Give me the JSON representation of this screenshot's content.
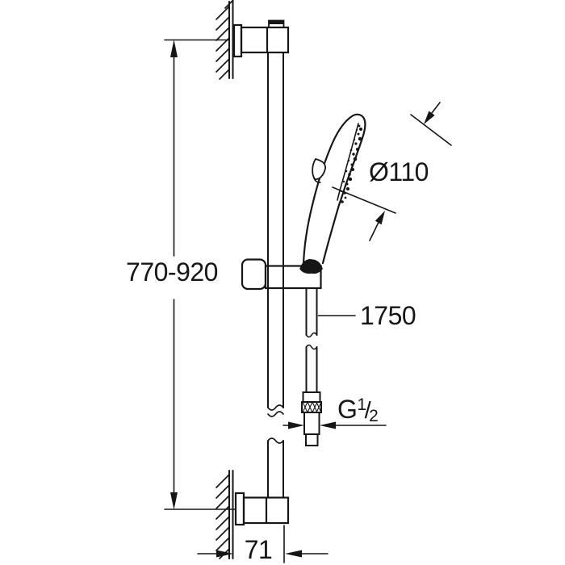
{
  "drawing": {
    "kind": "technical dimension drawing",
    "subject": "shower rail set with hand shower, hose and wall mounts",
    "background_color": "#ffffff",
    "line_color": "#161616"
  },
  "dimensions": {
    "rail_height_range": "770-920",
    "head_diameter": "Ø110",
    "hose_length": "1750",
    "thread": {
      "prefix": "G",
      "numerator": "1",
      "slash": "/",
      "denominator": "2"
    },
    "wall_offset": "71"
  }
}
